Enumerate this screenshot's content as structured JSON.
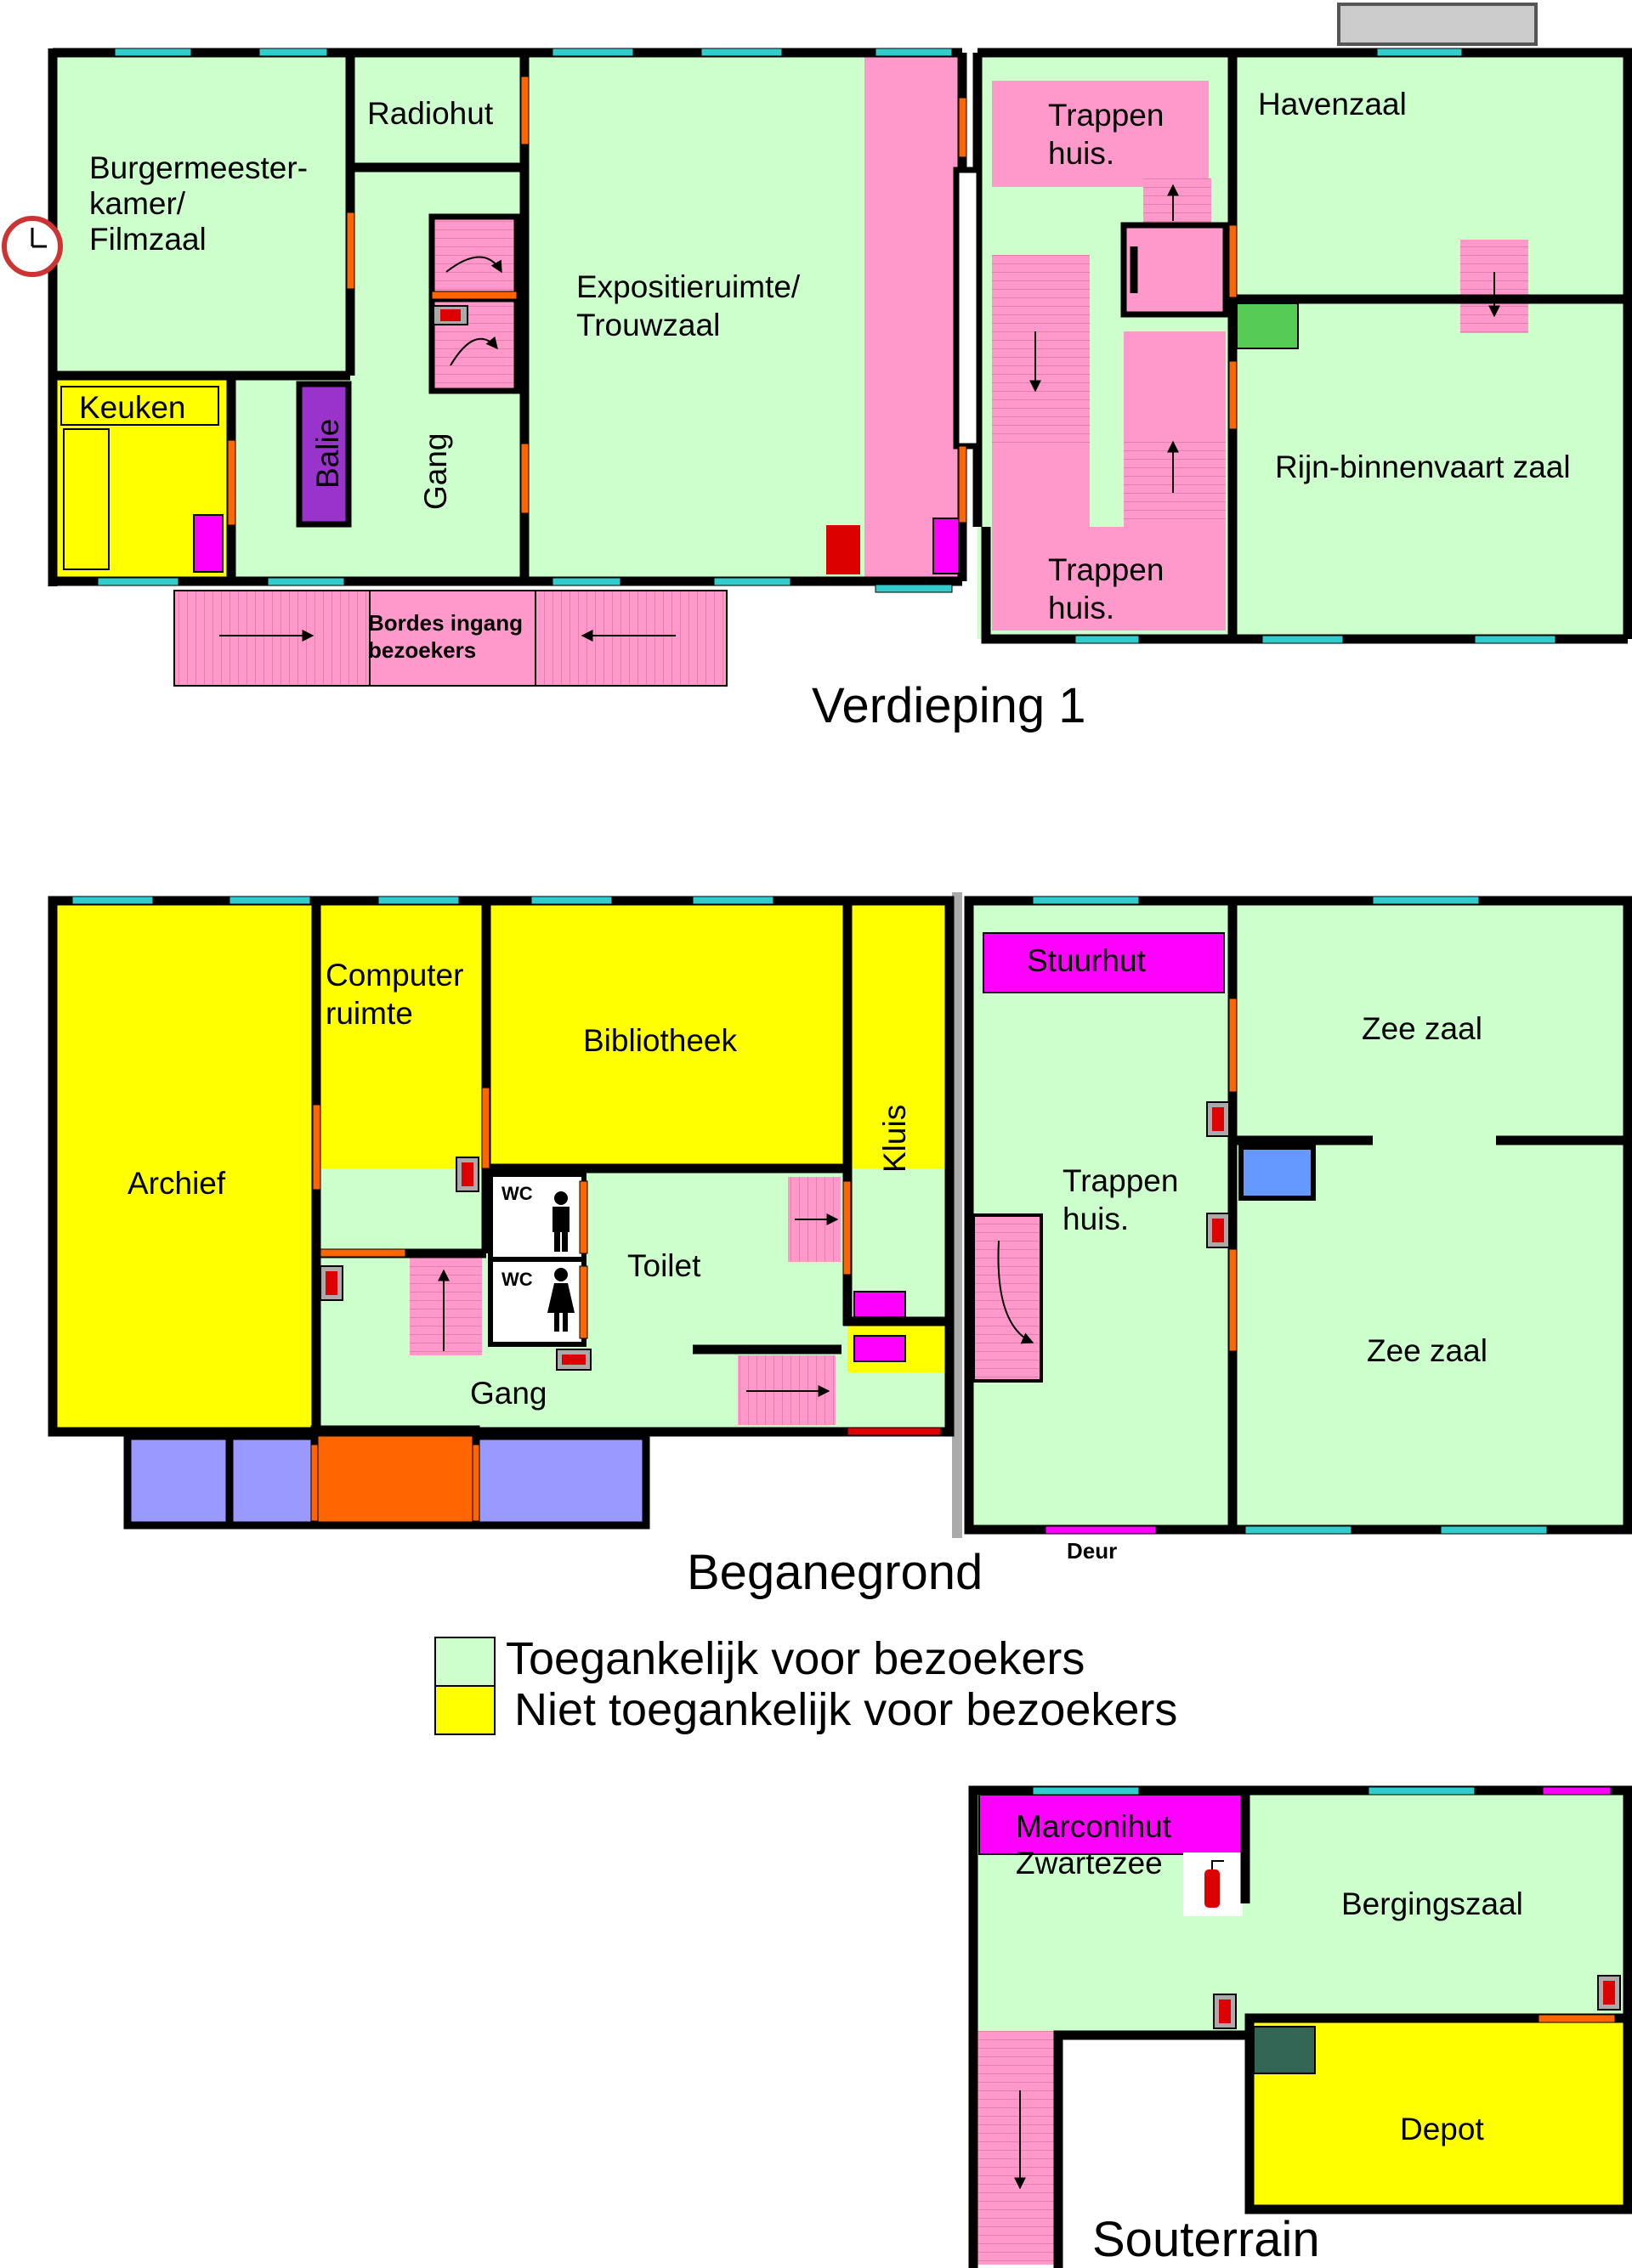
{
  "floors": {
    "first": "Verdieping 1",
    "ground": "Beganegrond",
    "basement": "Souterrain"
  },
  "rooms": {
    "burgemeester": [
      "Burgermeester-",
      "kamer/",
      "Filmzaal"
    ],
    "radiohut": "Radiohut",
    "keuken": "Keuken",
    "balie": "Balie",
    "gang1": "Gang",
    "expositie": [
      "Expositieruimte/",
      "Trouwzaal"
    ],
    "trappen_top": [
      "Trappen",
      "huis."
    ],
    "trappen_bottom": [
      "Trappen",
      "huis."
    ],
    "havenzaal": "Havenzaal",
    "rijn": "Rijn-binnenvaart zaal",
    "bordes": [
      "Bordes ingang",
      "bezoekers"
    ],
    "archief": "Archief",
    "computer": [
      "Computer",
      "ruimte"
    ],
    "bibliotheek": "Bibliotheek",
    "kluis": "Kluis",
    "toilet": "Toilet",
    "wc_male": "WC",
    "wc_female": "WC",
    "gang0": "Gang",
    "stuurhut": "Stuurhut",
    "trappen_ground": [
      "Trappen",
      "huis."
    ],
    "zee1": "Zee zaal",
    "zee2": "Zee zaal",
    "deur": "Deur",
    "marconihut": "Marconihut",
    "zwartezee": "Zwartezee",
    "bergingszaal": "Bergingszaal",
    "depot": "Depot"
  },
  "legend": [
    {
      "label": "Toegankelijk voor bezoekers",
      "color": "#ccffcc"
    },
    {
      "label": "Niet toegankelijk voor bezoekers",
      "color": "#ffff00"
    }
  ],
  "colors": {
    "accessible": "#ccffcc",
    "restricted": "#ffff00",
    "stairs": "#ff99cc",
    "wall": "#000000",
    "window": "#33cccc",
    "door": "#ff6600",
    "magenta": "#ff00ff",
    "purple": "#9933cc",
    "lavender": "#9999ff",
    "blue": "#6699ff",
    "green": "#55cc55",
    "darkgreen": "#336655",
    "extinguisher": "#dd0000"
  }
}
